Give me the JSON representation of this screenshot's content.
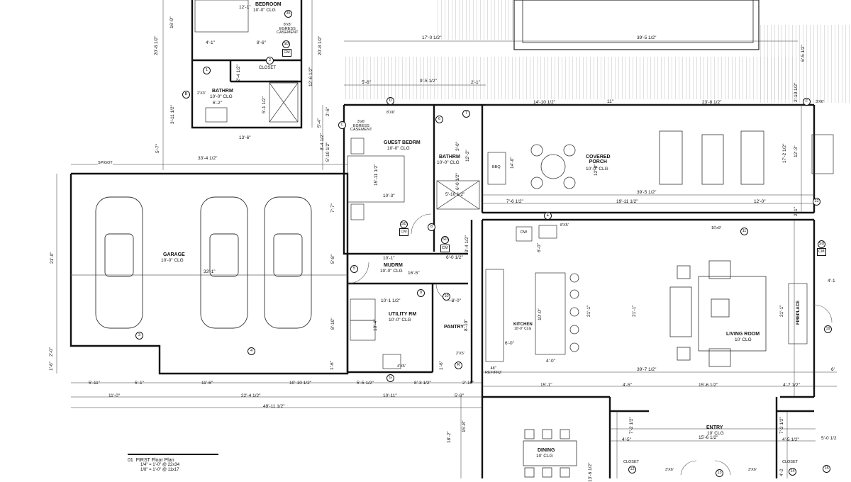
{
  "rooms": {
    "bedroom": {
      "name": "BEDROOM",
      "clg": "10'-0\" CLG"
    },
    "bathrm_upper": {
      "name": "BATHRM",
      "clg": "10'-0\" CLG"
    },
    "closet_upper": {
      "name": "CLOSET"
    },
    "egress_upper": {
      "name": "8'x8'\nEGRESS\nCASEMENT"
    },
    "guest": {
      "name": "GUEST BEDRM",
      "clg": "10'-0\" CLG"
    },
    "egress_guest": {
      "name": "3'x6'\nEGRESS\nCASEMENT"
    },
    "bathrm_guest": {
      "name": "BATHRM",
      "clg": "10'-0\" CLG"
    },
    "covered_porch": {
      "name": "COVERED\nPORCH",
      "clg": "10'-0\" CLG"
    },
    "garage": {
      "name": "GARAGE",
      "clg": "10'-0\" CLG"
    },
    "mudrm": {
      "name": "MUDRM",
      "clg": "10'-0\" CLG"
    },
    "utility": {
      "name": "UTILITY RM",
      "clg": "10'-0\" CLG"
    },
    "pantry": {
      "name": "PANTRY"
    },
    "kitchen": {
      "name": "KITCHEN",
      "clg": "10'-0\" CLG"
    },
    "living": {
      "name": "LIVING ROOM",
      "clg": "10' CLG"
    },
    "fireplace": {
      "name": "FIREPLACE"
    },
    "entry": {
      "name": "ENTRY",
      "clg": "10' CLG"
    },
    "dining": {
      "name": "DINING",
      "clg": "10' CLG"
    },
    "closet_l": {
      "name": "CLOSET"
    },
    "closet_r": {
      "name": "CLOSET"
    }
  },
  "labels": {
    "spigot": "SPIGOT",
    "bbq": "BBQ",
    "dw": "DW",
    "ref": "48\"\nREF/FRZ",
    "win_8x6": "8'X6'",
    "win_2x3": "2'X3'",
    "win_3x6_a": "3'X6'",
    "win_3x6_b": "3'X6'",
    "win_8x5": "8'X5'",
    "win_16x9": "16'x9'",
    "win_2x5": "2'X5'",
    "win_4x5": "4'X5'",
    "win_3x6_e1": "3'X6'",
    "win_3x6_e2": "3'X6'",
    "sd": "SD",
    "cm": "CM"
  },
  "dimensions": {
    "d_16_9": "16'-9\"",
    "d_20_8a": "20'-8 1/2\"",
    "d_20_8b": "20'-8 1/2\"",
    "d_12_1": "12'-1\"",
    "d_4_1": "4'-1\"",
    "d_8_6": "8'-6\"",
    "d_2_4": "2'-4 1/2\"",
    "d_5_1": "5'-1 1/2\"",
    "d_6_2": "6'-2\"",
    "d_3_11": "3'-11 1/2\"",
    "d_13_6": "13'-6\"",
    "d_12_6": "12'-6 1/2\"",
    "d_5_7": "5'-7\"",
    "d_2_6": "2'-6\"",
    "d_5_4": "5'-4\"",
    "d_8_4": "8'-4 1/2\"",
    "d_5_10a": "5'-10 1/2\"",
    "d_17_0": "17'-0 1/2\"",
    "d_39_5a": "39'-5 1/2\"",
    "d_6_5": "6'-5 1/2\"",
    "d_5_6": "5'-6\"",
    "d_9_5": "9'-5 1/2\"",
    "d_2_1a": "2'-1\"",
    "d_2_10": "2'-10 1/2\"",
    "d_14_10": "14'-10 1/2\"",
    "d_11": "11\"",
    "d_23_8": "23'-8 1/2\"",
    "d_33_4": "33'-4 1/2\"",
    "d_15_11": "15'-11 1/2\"",
    "d_10_3": "10'-3\"",
    "d_3_0": "3'-0\"",
    "d_12_3a": "12'-3\"",
    "d_6_0": "6'-0 1/2\"",
    "d_5_10b": "5'-10 1/2\"",
    "d_14_0": "14'-0\"",
    "d_12_0": "12'-0\"",
    "d_17_2": "17'-2 1/2\"",
    "d_12_3b": "12'-3\"",
    "d_39_5b": "39'-5 1/2\"",
    "d_7_6": "7'-6 1/2\"",
    "d_19_11": "19'-11 1/2\"",
    "d_12_0b": "12'-0\"",
    "d_2_1b": "2'-1\"",
    "d_7_7": "7'-7\"",
    "d_21_0": "21'-0\"",
    "d_33_1": "33'-1\"",
    "d_5_8": "5'-8\"",
    "d_8_10a": "8'-10\"",
    "d_2_0": "2'-0\"",
    "d_1_6a": "1'-6\"",
    "d_10_1a": "10'-1\"",
    "d_6_0b": "6'-0 1/2\"",
    "d_16_5": "16'-5\"",
    "d_9_4": "9'-4 1/2\"",
    "d_6_0c": "6'-0\"",
    "d_10_1b": "10'-1 1/2\"",
    "d_8_0": "8'-0\"",
    "d_10_4": "10'-4\"",
    "d_8_10b": "8'-10\"",
    "d_1_6b": "1'-6\"",
    "d_10_0": "10'-0\"",
    "d_6_0d": "6'-0\"",
    "d_4_0": "4'-0\"",
    "d_21_1a": "21'-1\"",
    "d_21_1b": "21'-1\"",
    "d_21_1c": "21'-1\"",
    "d_4_1b": "4'-1",
    "d_39_7": "39'-7 1/2\"",
    "d_6": "6'",
    "d_5_11": "5'-11\"",
    "d_5_1b": "5'-1\"",
    "d_11_6": "11'-6\"",
    "d_10_10": "10'-10 1/2\"",
    "d_5_5": "5'-5 1/2\"",
    "d_8_3": "8'-3 1/2\"",
    "d_2_10b": "2'-10\"",
    "d_15_1": "15'-1\"",
    "d_4_5": "4'-5\"",
    "d_15_6": "15'-6 1/2\"",
    "d_4_7": "4'-7 1/2\"",
    "d_11_0": "11'-0\"",
    "d_22_4": "22'-4 1/2\"",
    "d_10_11": "10'-11\"",
    "d_5_8b": "5'-8\"",
    "d_49_11": "49'-11 1/2\"",
    "d_18_2": "18'-2\"",
    "d_15_8": "15'-8\"",
    "d_4_5b": "4'-5\"",
    "d_7_2a": "7'-2 1/2\"",
    "d_15_6b": "15'-6 1/2\"",
    "d_7_2b": "7'-2 1/2\"",
    "d_4_5c": "4'-5 1/2\"",
    "d_5_0": "5'-0 1/2",
    "d_13_6b": "13'-6 1/2\"",
    "d_4_2": "4'-2"
  },
  "tags": {
    "t1": "1",
    "t2": "2",
    "t3": "3",
    "t4": "4",
    "t5": "5",
    "t6": "6",
    "t7": "7",
    "t8": "8",
    "t9": "9",
    "t10": "10",
    "t11": "11",
    "t12": "12",
    "t13": "13",
    "t14": "14",
    "t15": "15",
    "t19": "19",
    "t22": "22",
    "t35": "35",
    "tB": "B",
    "tC": "C",
    "tD": "D",
    "tE": "E",
    "tF": "F",
    "tG": "G",
    "tR": "R"
  },
  "title_block": {
    "number": "01",
    "title": "FIRST Floor Plan",
    "scale1": "1/4\" = 1'-0\" @ 22x34",
    "scale2": "1/8\" = 1'-0\" @ 11x17"
  }
}
